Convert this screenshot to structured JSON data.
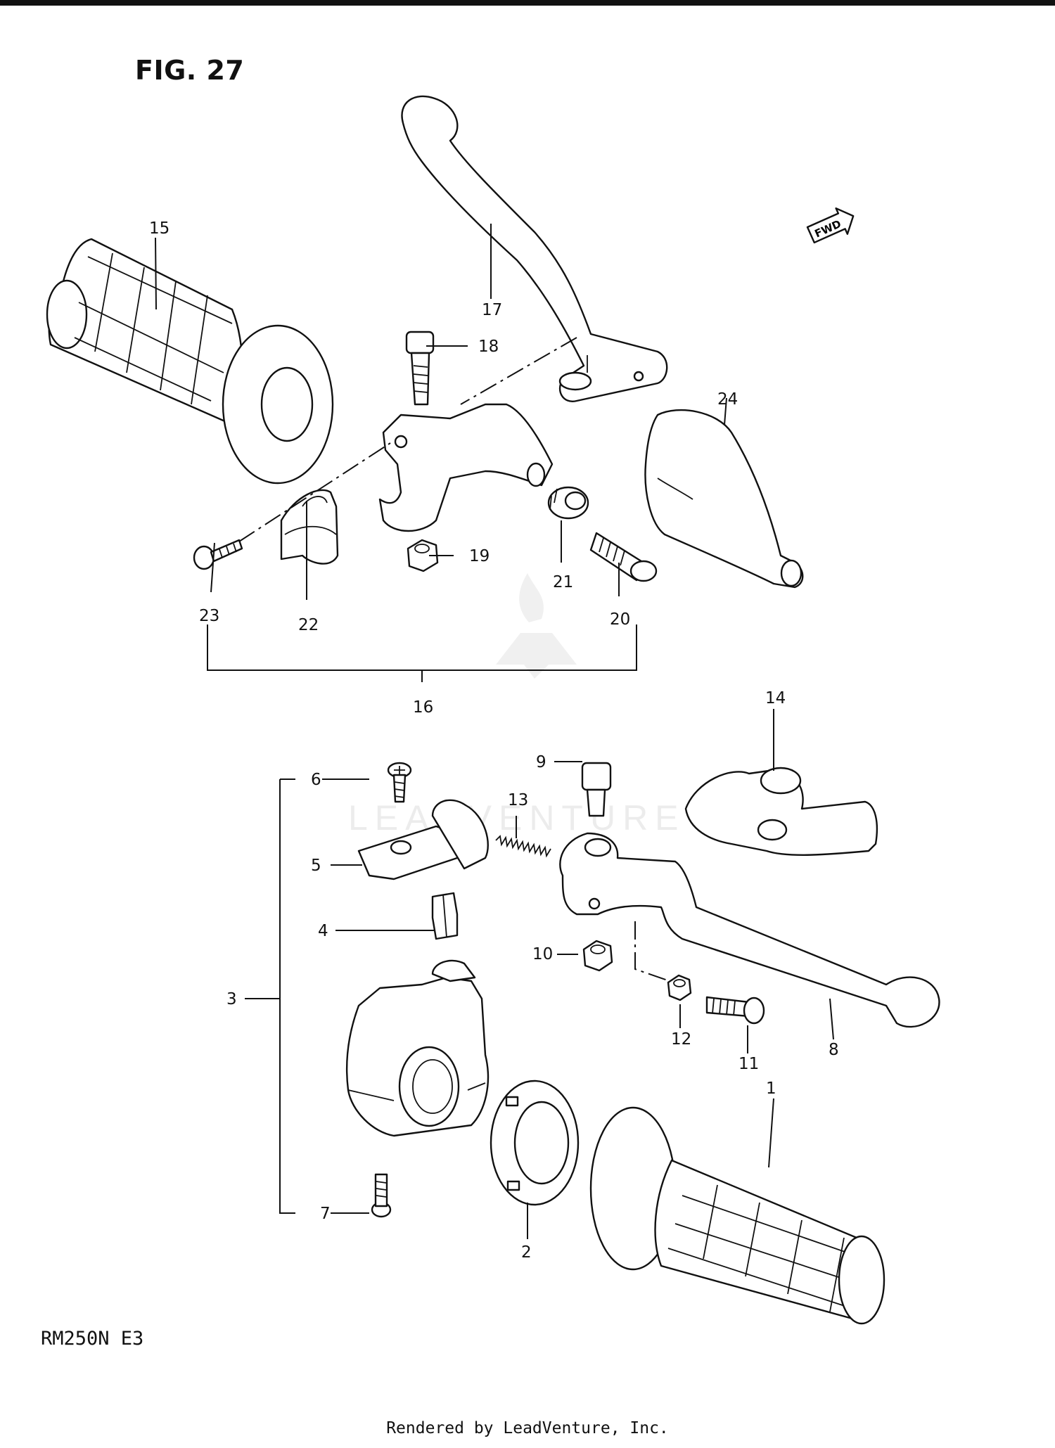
{
  "figure": {
    "title": "FIG. 27",
    "model": "RM250N E3",
    "credit": "Rendered by LeadVenture, Inc.",
    "fwd_label": "FWD",
    "watermark": "LEADVENTURE"
  },
  "callouts": [
    "1",
    "2",
    "3",
    "4",
    "5",
    "6",
    "7",
    "8",
    "9",
    "10",
    "11",
    "12",
    "13",
    "14",
    "15",
    "16",
    "17",
    "18",
    "19",
    "20",
    "21",
    "22",
    "23",
    "24"
  ]
}
